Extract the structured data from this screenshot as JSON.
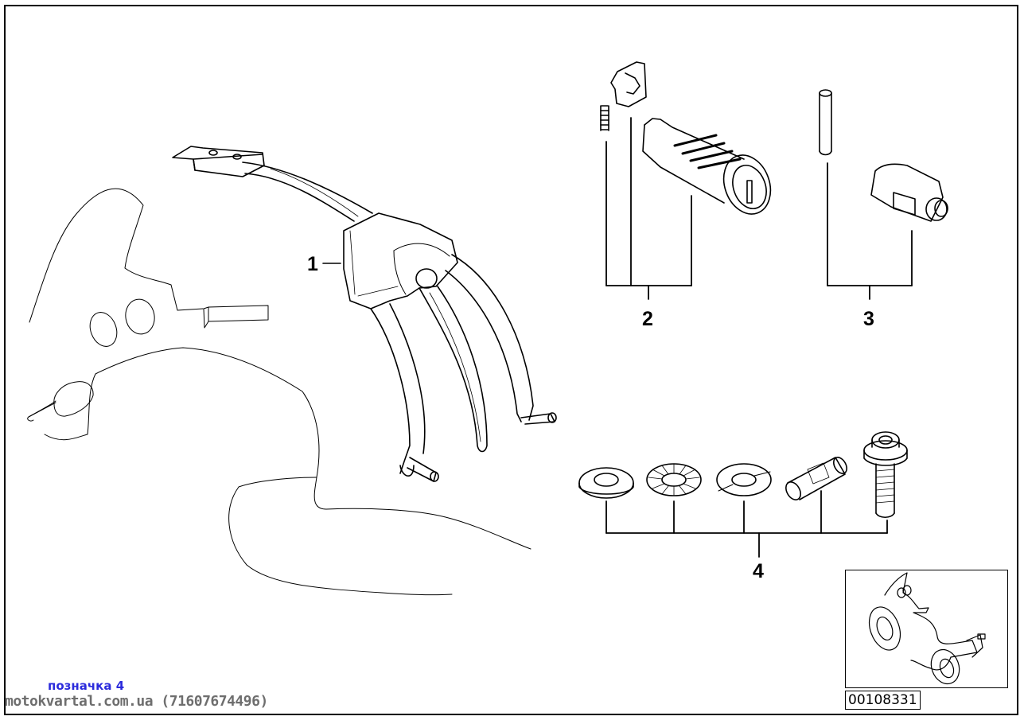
{
  "diagram": {
    "title": "Parts diagram",
    "callouts": [
      {
        "id": "1",
        "label": "1",
        "part": "luggage strap holder"
      },
      {
        "id": "2",
        "label": "2",
        "part": "lock cylinder set"
      },
      {
        "id": "3",
        "label": "3",
        "part": "pin and cylinder"
      },
      {
        "id": "4",
        "label": "4",
        "part": "washers, sleeve and bolt set"
      }
    ],
    "reference_number": "00108331"
  },
  "watermark": {
    "label": "позначка 4",
    "site": "motokvartal.com.ua (71607674496)"
  },
  "colors": {
    "line": "#000000",
    "watermark_label": "#2b2bdc",
    "watermark_site": "#6e6e6e",
    "background": "#ffffff"
  }
}
